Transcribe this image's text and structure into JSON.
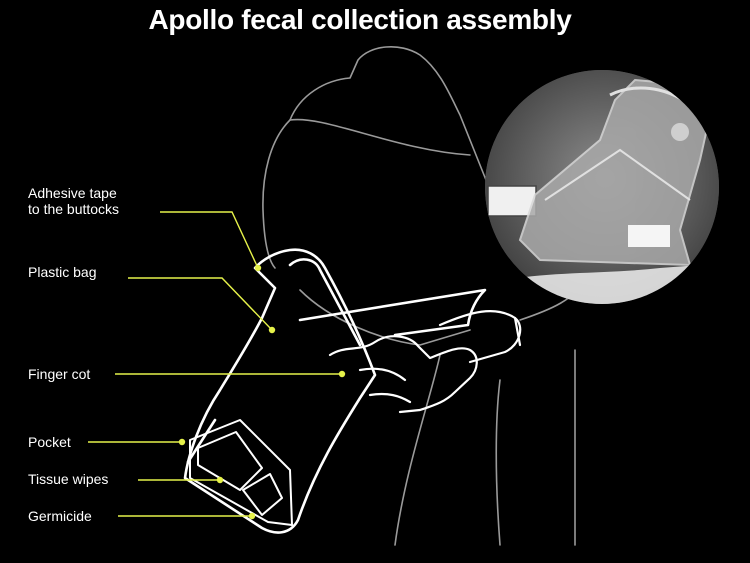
{
  "title": "Apollo fecal collection assembly",
  "labels": {
    "adhesive_tape": "Adhesive tape\nto the buttocks",
    "plastic_bag": "Plastic bag",
    "finger_cot": "Finger cot",
    "pocket": "Pocket",
    "tissue_wipes": "Tissue wipes",
    "germicide": "Germicide"
  },
  "colors": {
    "background": "#000000",
    "line": "#ffffff",
    "leader": "#e6f24a"
  },
  "photo": {
    "description_visible": false
  }
}
